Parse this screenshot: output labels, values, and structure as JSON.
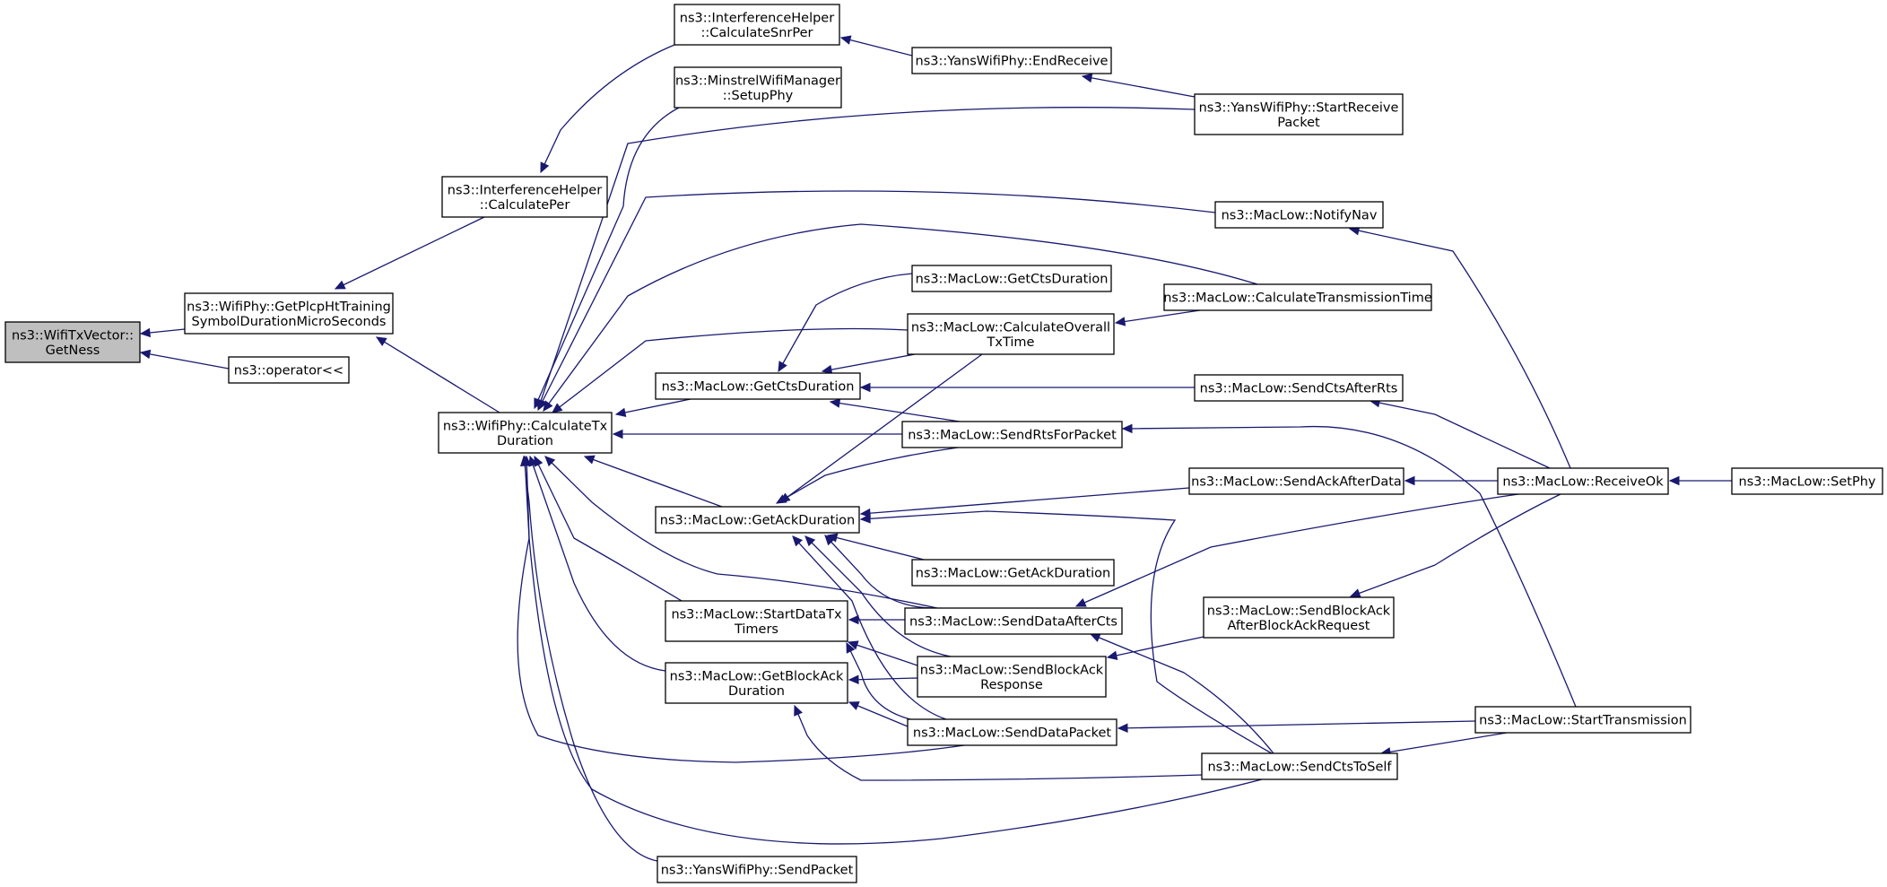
{
  "nodes": {
    "getness": {
      "lines": [
        "ns3::WifiTxVector::",
        "GetNess"
      ]
    },
    "getplcp": {
      "lines": [
        "ns3::WifiPhy::GetPlcpHtTraining",
        "SymbolDurationMicroSeconds"
      ]
    },
    "operator": {
      "lines": [
        "ns3::operator<<"
      ]
    },
    "calcper": {
      "lines": [
        "ns3::InterferenceHelper",
        "::CalculatePer"
      ]
    },
    "calctx": {
      "lines": [
        "ns3::WifiPhy::CalculateTx",
        "Duration"
      ]
    },
    "calcsnr": {
      "lines": [
        "ns3::InterferenceHelper",
        "::CalculateSnrPer"
      ]
    },
    "minstrel": {
      "lines": [
        "ns3::MinstrelWifiManager",
        "::SetupPhy"
      ]
    },
    "endrecv": {
      "lines": [
        "ns3::YansWifiPhy::EndReceive"
      ]
    },
    "startrecv": {
      "lines": [
        "ns3::YansWifiPhy::StartReceive",
        "Packet"
      ]
    },
    "notifynav": {
      "lines": [
        "ns3::MacLow::NotifyNav"
      ]
    },
    "getcts2": {
      "lines": [
        "ns3::MacLow::GetCtsDuration"
      ]
    },
    "calctrans": {
      "lines": [
        "ns3::MacLow::CalculateTransmissionTime"
      ]
    },
    "calcoverall": {
      "lines": [
        "ns3::MacLow::CalculateOverall",
        "TxTime"
      ]
    },
    "getcts": {
      "lines": [
        "ns3::MacLow::GetCtsDuration"
      ]
    },
    "sendctsafterrts": {
      "lines": [
        "ns3::MacLow::SendCtsAfterRts"
      ]
    },
    "sendrts": {
      "lines": [
        "ns3::MacLow::SendRtsForPacket"
      ]
    },
    "sendackafterdata": {
      "lines": [
        "ns3::MacLow::SendAckAfterData"
      ]
    },
    "receiveok": {
      "lines": [
        "ns3::MacLow::ReceiveOk"
      ]
    },
    "setphy": {
      "lines": [
        "ns3::MacLow::SetPhy"
      ]
    },
    "getack": {
      "lines": [
        "ns3::MacLow::GetAckDuration"
      ]
    },
    "getack2": {
      "lines": [
        "ns3::MacLow::GetAckDuration"
      ]
    },
    "starttimers": {
      "lines": [
        "ns3::MacLow::StartDataTx",
        "Timers"
      ]
    },
    "senddataaftercts": {
      "lines": [
        "ns3::MacLow::SendDataAfterCts"
      ]
    },
    "sendblockackafter": {
      "lines": [
        "ns3::MacLow::SendBlockAck",
        "AfterBlockAckRequest"
      ]
    },
    "getblockack": {
      "lines": [
        "ns3::MacLow::GetBlockAck",
        "Duration"
      ]
    },
    "sendblockackresp": {
      "lines": [
        "ns3::MacLow::SendBlockAck",
        "Response"
      ]
    },
    "senddatapacket": {
      "lines": [
        "ns3::MacLow::SendDataPacket"
      ]
    },
    "starttransmission": {
      "lines": [
        "ns3::MacLow::StartTransmission"
      ]
    },
    "sendctstoself": {
      "lines": [
        "ns3::MacLow::SendCtsToSelf"
      ]
    },
    "yanssendpacket": {
      "lines": [
        "ns3::YansWifiPhy::SendPacket"
      ]
    }
  },
  "edges": [
    {
      "to": "getness",
      "from": "getplcp"
    },
    {
      "to": "getness",
      "from": "operator"
    },
    {
      "to": "getplcp",
      "from": "calcper"
    },
    {
      "to": "getplcp",
      "from": "calctx"
    },
    {
      "to": "calcper",
      "from": "calcsnr"
    },
    {
      "to": "calcsnr",
      "from": "endrecv"
    },
    {
      "to": "endrecv",
      "from": "startrecv"
    },
    {
      "to": "calctx",
      "from": "minstrel"
    },
    {
      "to": "calctx",
      "from": "startrecv"
    },
    {
      "to": "calctx",
      "from": "notifynav"
    },
    {
      "to": "calctx",
      "from": "calctrans"
    },
    {
      "to": "calctx",
      "from": "calcoverall"
    },
    {
      "to": "calctx",
      "from": "getcts"
    },
    {
      "to": "calctx",
      "from": "sendrts"
    },
    {
      "to": "calctx",
      "from": "getack"
    },
    {
      "to": "calctx",
      "from": "senddataaftercts"
    },
    {
      "to": "calctx",
      "from": "starttimers"
    },
    {
      "to": "calctx",
      "from": "getblockack"
    },
    {
      "to": "calctx",
      "from": "senddatapacket"
    },
    {
      "to": "calctx",
      "from": "sendctstoself"
    },
    {
      "to": "calctx",
      "from": "yanssendpacket"
    },
    {
      "to": "getcts",
      "from": "getcts2"
    },
    {
      "to": "getcts",
      "from": "calcoverall"
    },
    {
      "to": "getcts",
      "from": "sendctsafterrts"
    },
    {
      "to": "getcts",
      "from": "sendrts"
    },
    {
      "to": "calcoverall",
      "from": "calctrans"
    },
    {
      "to": "sendrts",
      "from": "starttransmission"
    },
    {
      "to": "getack",
      "from": "calcoverall"
    },
    {
      "to": "getack",
      "from": "sendrts"
    },
    {
      "to": "getack",
      "from": "sendackafterdata"
    },
    {
      "to": "getack",
      "from": "sendctstoself"
    },
    {
      "to": "getack",
      "from": "getack2"
    },
    {
      "to": "getack",
      "from": "senddataaftercts"
    },
    {
      "to": "getack",
      "from": "sendblockackresp"
    },
    {
      "to": "getack",
      "from": "senddatapacket"
    },
    {
      "to": "sendackafterdata",
      "from": "receiveok"
    },
    {
      "to": "receiveok",
      "from": "setphy"
    },
    {
      "to": "notifynav",
      "from": "receiveok"
    },
    {
      "to": "sendctsafterrts",
      "from": "receiveok"
    },
    {
      "to": "senddataaftercts",
      "from": "receiveok"
    },
    {
      "to": "sendblockackafter",
      "from": "receiveok"
    },
    {
      "to": "senddataaftercts",
      "from": "sendctstoself"
    },
    {
      "to": "sendblockackresp",
      "from": "sendblockackafter"
    },
    {
      "to": "starttimers",
      "from": "senddataaftercts"
    },
    {
      "to": "starttimers",
      "from": "sendblockackresp"
    },
    {
      "to": "starttimers",
      "from": "senddatapacket"
    },
    {
      "to": "getblockack",
      "from": "sendblockackresp"
    },
    {
      "to": "getblockack",
      "from": "senddatapacket"
    },
    {
      "to": "getblockack",
      "from": "sendctstoself"
    },
    {
      "to": "senddatapacket",
      "from": "starttransmission"
    },
    {
      "to": "sendctstoself",
      "from": "starttransmission"
    }
  ]
}
